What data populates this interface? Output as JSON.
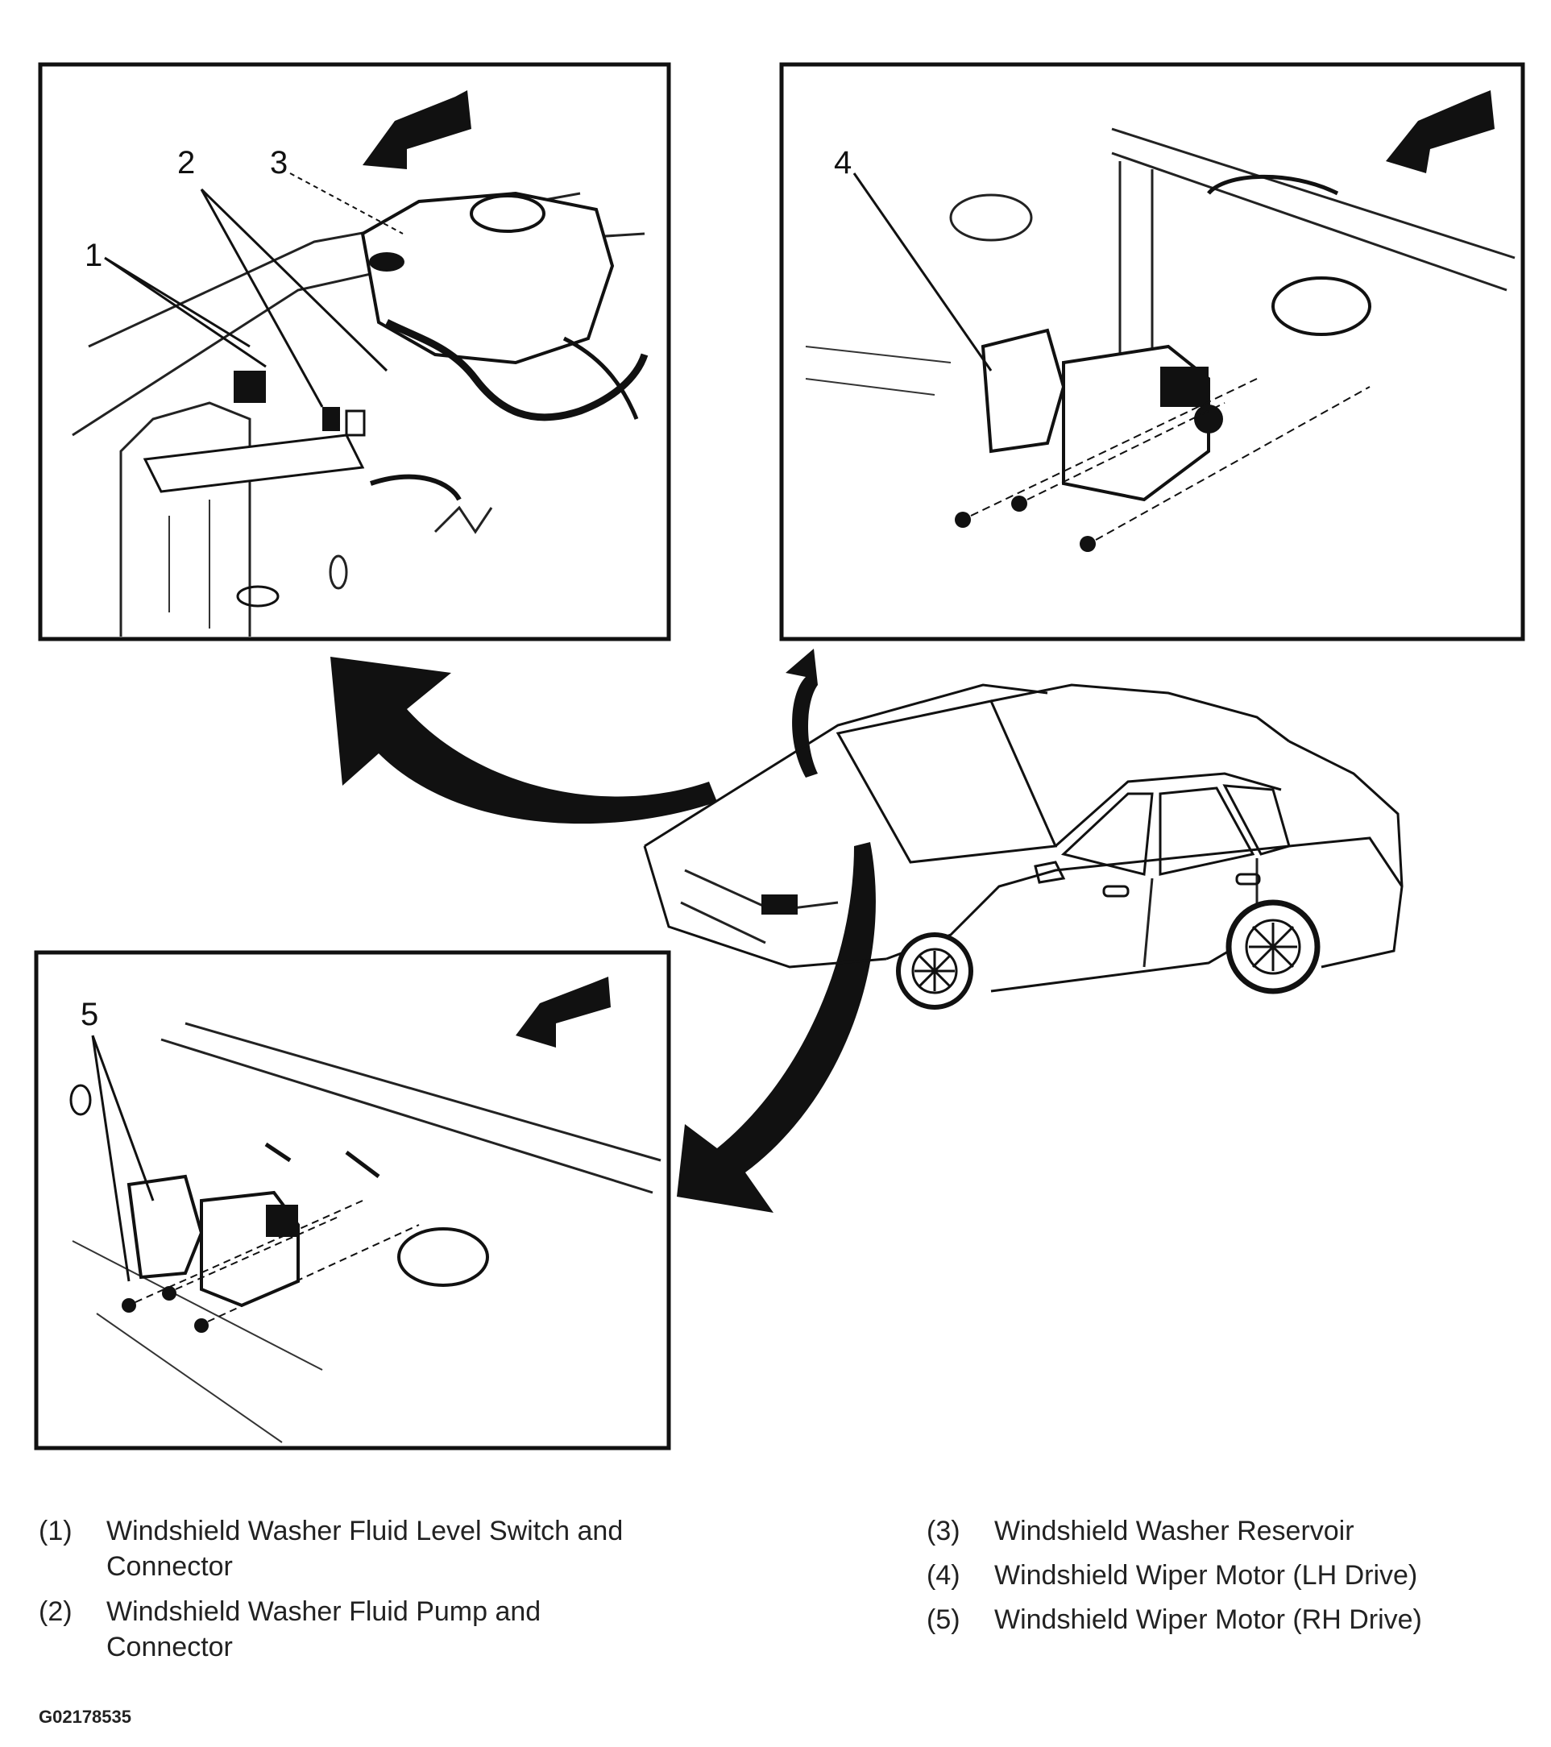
{
  "callouts": [
    "1",
    "2",
    "3",
    "4",
    "5"
  ],
  "legend": [
    {
      "num": "(1)",
      "text_lines": [
        "Windshield Washer Fluid Level Switch and",
        "Connector"
      ]
    },
    {
      "num": "(2)",
      "text_lines": [
        "Windshield Washer Fluid Pump and",
        "Connector"
      ]
    },
    {
      "num": "(3)",
      "text_lines": [
        "Windshield Washer Reservoir"
      ]
    },
    {
      "num": "(4)",
      "text_lines": [
        "Windshield Wiper Motor (LH Drive)"
      ]
    },
    {
      "num": "(5)",
      "text_lines": [
        "Windshield Wiper Motor (RH Drive)"
      ]
    }
  ],
  "figure_id": "G02178535",
  "colors": {
    "ink": "#111111",
    "paper": "#ffffff"
  },
  "icons": [
    "forward-direction-arrow-icon",
    "curved-pointer-arrow-icon"
  ]
}
